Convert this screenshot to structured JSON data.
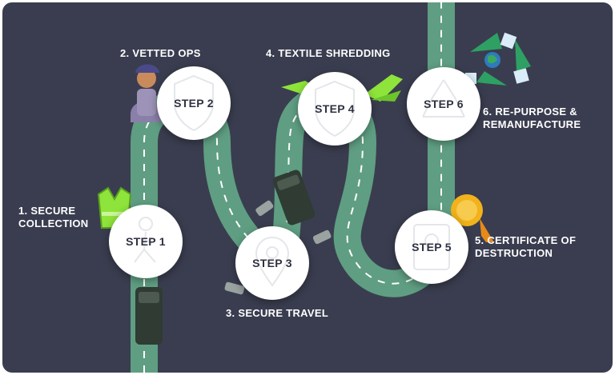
{
  "colors": {
    "background": "#3a3d4f",
    "road": "#5f9e82",
    "road_dash": "#ffffff",
    "circle": "#ffffff",
    "step_text": "#2f3242",
    "caption_text": "#ffffff",
    "accent_green": "#8ee43a",
    "van": "#2f3b33",
    "badge_gold": "#f2b21b"
  },
  "steps": [
    {
      "label": "STEP 1",
      "icon": "person-walking-icon"
    },
    {
      "label": "STEP 2",
      "icon": "shield-check-icon"
    },
    {
      "label": "STEP 3",
      "icon": "map-pin-icon"
    },
    {
      "label": "STEP 4",
      "icon": "shield-check-icon"
    },
    {
      "label": "STEP 5",
      "icon": "certificate-icon"
    },
    {
      "label": "STEP 6",
      "icon": "recycle-icon"
    }
  ],
  "captions": {
    "c1_line1": "1. SECURE",
    "c1_line2": "COLLECTION",
    "c2": "2. VETTED OPS",
    "c3": "3. SECURE TRAVEL",
    "c4": "4. TEXTILE SHREDDING",
    "c5_line1": "5. CERTIFICATE OF",
    "c5_line2": "DESTRUCTION",
    "c6_line1": "6. RE-PURPOSE &",
    "c6_line2": "REMANUFACTURE"
  }
}
